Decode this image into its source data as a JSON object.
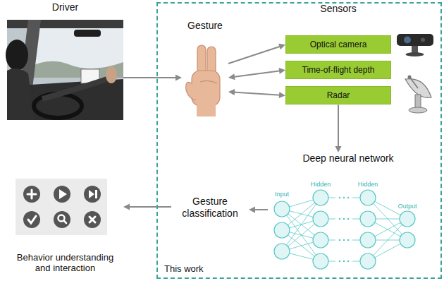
{
  "diagram": {
    "nodes": [
      {
        "text": [
          "Driver"
        ]
      },
      {
        "text": [
          "This work"
        ]
      },
      {
        "text": [
          "Gesture"
        ],
        "in": 1
      },
      {
        "text": [
          "Optical camera"
        ],
        "in": 1
      },
      {
        "text": [
          "Time-of-flight depth"
        ],
        "in": 1
      },
      {
        "text": [
          "Radar"
        ],
        "in": 1
      },
      {
        "text": [
          "Deep neural network"
        ],
        "in": 1
      },
      {
        "text": [
          "Gesture classification"
        ],
        "in": 1
      },
      {
        "text": [
          "Behavior understanding and interaction"
        ]
      }
    ],
    "edges": [
      {
        "from": 0,
        "to": 2,
        "arrow": "to"
      },
      {
        "from": 2,
        "to": 3,
        "arrow": "to"
      },
      {
        "from": 2,
        "to": 4,
        "arrow": "both"
      },
      {
        "from": 2,
        "to": 5,
        "arrow": "both"
      },
      {
        "from": 5,
        "to": 6,
        "arrow": "to"
      },
      {
        "from": 6,
        "to": 7,
        "arrow": "to"
      },
      {
        "from": 7,
        "to": 8,
        "arrow": "to"
      }
    ],
    "labels": [
      "Sensors",
      "Input",
      "Hidden",
      "Hidden",
      "Output"
    ]
  }
}
